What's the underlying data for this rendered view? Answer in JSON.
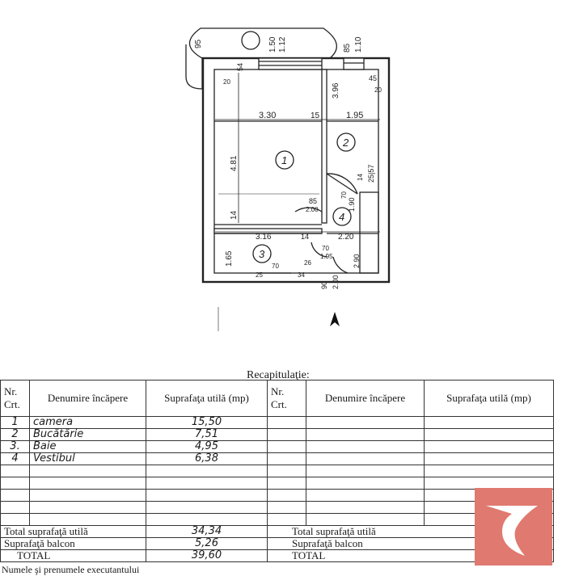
{
  "plan": {
    "labels": {
      "d95": "95",
      "d150": "1.50",
      "d112": "1.12",
      "d85": "85",
      "d110": "1.10",
      "d54": "54",
      "d20a": "20",
      "d396": "3.96",
      "d45": "45",
      "d20b": "20",
      "d330": "3.30",
      "d15": "15",
      "d195": "1.95",
      "d481": "4.81",
      "d14a": "14",
      "d25_57": "25|57",
      "d190": "1.90",
      "d70a": "70",
      "d85b": "85",
      "d200a": "2.00",
      "d14b": "14",
      "d316": "3.16",
      "d14c": "14",
      "d220": "2.20",
      "d70b": "70",
      "d195b": "1.95",
      "d165": "1.65",
      "d70c": "70",
      "d26": "26",
      "d290": "2.90",
      "d25": "25",
      "d34": "34",
      "d90": "90",
      "d200b": "2.00",
      "room1": "1",
      "room2": "2",
      "room3": "3",
      "room4": "4"
    },
    "north_arrow_icon": "north-arrow-icon"
  },
  "recap": {
    "title": "Recapitulaţie:",
    "headers": {
      "nr": "Nr. Crt.",
      "denumire": "Denumire încăpere",
      "suprafata": "Suprafaţa utilă (mp)"
    },
    "rows": [
      {
        "nr": "1",
        "name": "camera",
        "area": "15,50"
      },
      {
        "nr": "2",
        "name": "Bucătărie",
        "area": "7,51"
      },
      {
        "nr": "3.",
        "name": "Baie",
        "area": "4,95"
      },
      {
        "nr": "4",
        "name": "Vestibul",
        "area": "6,38"
      }
    ],
    "totals_left": {
      "util_label": "Total suprafaţă utilă",
      "util_value": "34,34",
      "balcon_label": "Suprafaţă balcon",
      "balcon_value": "5,26",
      "total_label": "TOTAL",
      "total_value": "39,60"
    },
    "totals_right": {
      "util_label": "Total suprafaţă utilă",
      "balcon_label": "Suprafaţă balcon",
      "total_label": "TOTAL"
    }
  },
  "footer": {
    "text": "Numele şi prenumele executantului"
  },
  "logo": {
    "icon": "bird-logo-icon",
    "color": "#e0796f"
  }
}
